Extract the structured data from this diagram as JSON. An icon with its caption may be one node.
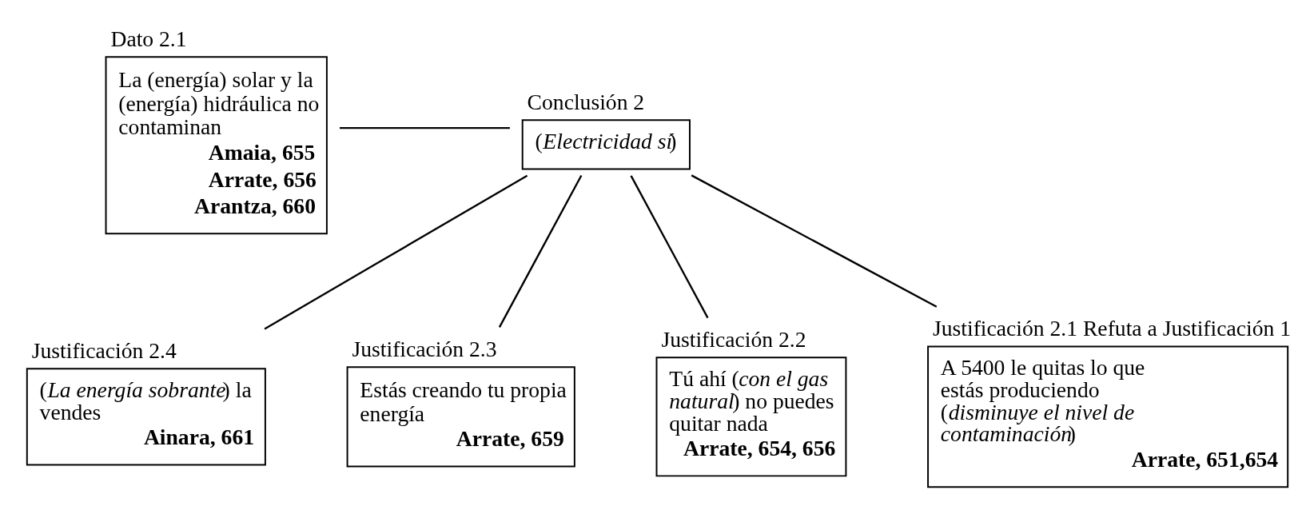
{
  "diagram": {
    "nodes": [
      {
        "text": [
          "Dato 2.1",
          "La (energía) solar y la (energía) hidráulica no contaminan",
          "Amaia, 655",
          "Arrate, 656",
          "Arantza, 660"
        ]
      },
      {
        "text": [
          "Conclusión 2",
          "(*Electricidad sí*)"
        ]
      },
      {
        "text": [
          "Justificación 2.4",
          "(*La energía sobrante*) la vendes",
          "Ainara, 661"
        ]
      },
      {
        "text": [
          "Justificación 2.3",
          "Estás creando tu propia energía",
          "Arrate, 659"
        ]
      },
      {
        "text": [
          "Justificación 2.2",
          "Tú ahí (*con el gas natural*) no puedes quitar nada",
          "Arrate, 654, 656"
        ]
      },
      {
        "text": [
          "Justificación 2.1 Refuta a Justificación 1",
          "A 5400 le quitas lo que estás produciendo (*disminuye el nivel de contaminación*)",
          "Arrate, 651,654"
        ]
      }
    ],
    "edges": [
      {
        "from": 0,
        "to": 1,
        "arrow": "none"
      },
      {
        "from": 2,
        "to": 1,
        "arrow": "none"
      },
      {
        "from": 3,
        "to": 1,
        "arrow": "none"
      },
      {
        "from": 4,
        "to": 1,
        "arrow": "none"
      },
      {
        "from": 5,
        "to": 1,
        "arrow": "none"
      }
    ]
  }
}
